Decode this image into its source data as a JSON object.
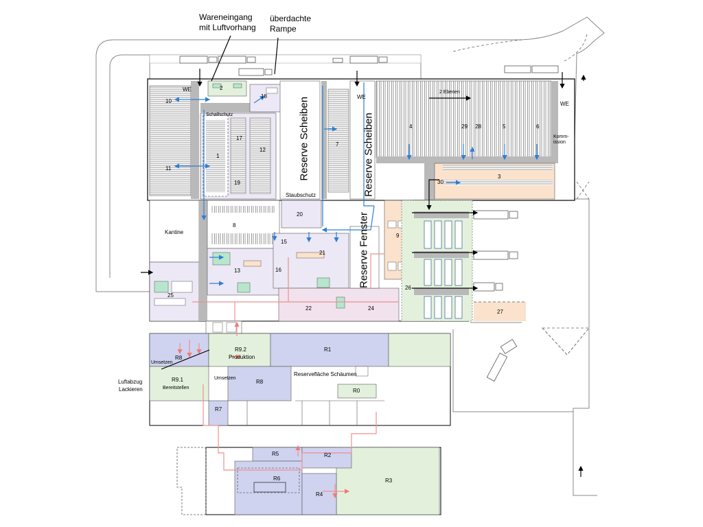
{
  "annotations": {
    "wareneingang": "Wareneingang",
    "luftvorhang": "mit Luftvorhang",
    "ueberdachte": "überdachte",
    "rampe": "Rampe",
    "luftabzug": "Luftabzug",
    "lackieren": "Lackieren"
  },
  "zones": {
    "we_left": "WE",
    "we_mid": "WE",
    "we_right": "WE",
    "schallschutz": "Schallschutz",
    "staubschutz": "Staubschutz",
    "reserve_scheiben_1": "Reserve Scheiben",
    "reserve_scheiben_2": "Reserve Scheiben",
    "reserve_fenster": "Reserve Fenster",
    "kantine": "Kantine",
    "zwei_ebenen": "2 Ebenen",
    "kommissionieren": "Komm- ission",
    "produktion": "Produktion",
    "bereitstellen": "Bereitstellen",
    "umsetzen_1": "Umsetzen",
    "umsetzen_2": "Umsetzen",
    "reserveflaeche": "Reservefläche Schäumen"
  },
  "areas": {
    "a1": "1",
    "a2": "2",
    "a3": "3",
    "a4": "4",
    "a5": "5",
    "a6": "6",
    "a7": "7",
    "a8": "8",
    "a9": "9",
    "a10": "10",
    "a11": "11",
    "a12": "12",
    "a13": "13",
    "a15": "15",
    "a16": "16",
    "a17": "17",
    "a18": "18",
    "a19": "19",
    "a20": "20",
    "a21": "21",
    "a22": "22",
    "a24": "24",
    "a25": "25",
    "a26": "26",
    "a27": "27",
    "a28": "28",
    "a29": "29",
    "a30": "30"
  },
  "rooms": {
    "r0": "R0",
    "r1": "R1",
    "r2": "R2",
    "r3": "R3",
    "r4": "R4",
    "r5": "R5",
    "r6": "R6",
    "r7": "R7",
    "r8a": "R8",
    "r8b": "R8",
    "r91": "R9.1",
    "r92": "R9.2"
  },
  "colors": {
    "aisle": "#b9b9b9",
    "green": "#e3f1dc",
    "pink": "#f1e2ee",
    "lavender": "#ece8f5",
    "blue_room": "#cfd3ef",
    "peach": "#fbe2cc",
    "flow_blue": "#2e7fd4",
    "flow_red": "#ef8f8f",
    "storage_green": "#b8e6cc"
  }
}
